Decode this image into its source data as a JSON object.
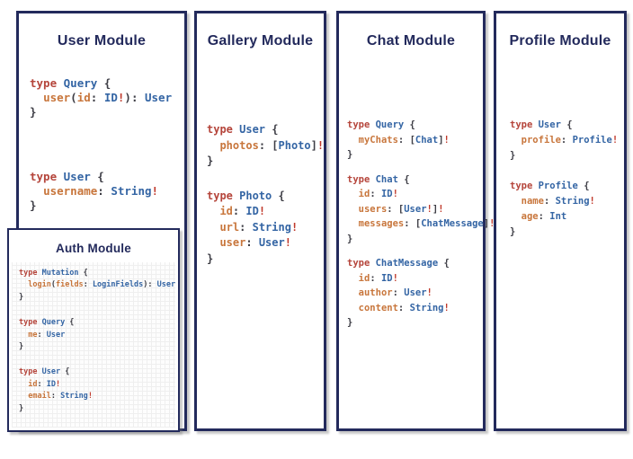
{
  "colors": {
    "navy": "#232a5c",
    "keyword": "#b5453b",
    "typeName": "#3465a4",
    "field": "#c8763c",
    "punct": "#3d3d45",
    "bang": "#c0392b"
  },
  "panels": {
    "user": {
      "title": "User Module",
      "blocks": [
        [
          [
            [
              "k",
              "type "
            ],
            [
              "n",
              "Query"
            ],
            [
              "p",
              " {"
            ]
          ],
          [
            [
              "p",
              "  "
            ],
            [
              "f",
              "user"
            ],
            [
              "p",
              "("
            ],
            [
              "f",
              "id"
            ],
            [
              "p",
              ": "
            ],
            [
              "n",
              "ID"
            ],
            [
              "r",
              "!"
            ],
            [
              "p",
              "): "
            ],
            [
              "n",
              "User"
            ]
          ],
          [
            [
              "p",
              "}"
            ]
          ]
        ],
        [
          [
            [
              "k",
              "type "
            ],
            [
              "n",
              "User"
            ],
            [
              "p",
              " {"
            ]
          ],
          [
            [
              "p",
              "  "
            ],
            [
              "f",
              "username"
            ],
            [
              "p",
              ": "
            ],
            [
              "n",
              "String"
            ],
            [
              "r",
              "!"
            ]
          ],
          [
            [
              "p",
              "}"
            ]
          ]
        ]
      ]
    },
    "auth": {
      "title": "Auth Module",
      "blocks": [
        [
          [
            [
              "k",
              "type "
            ],
            [
              "n",
              "Mutation"
            ],
            [
              "p",
              " {"
            ]
          ],
          [
            [
              "p",
              "  "
            ],
            [
              "f",
              "login"
            ],
            [
              "p",
              "("
            ],
            [
              "f",
              "fields"
            ],
            [
              "p",
              ": "
            ],
            [
              "n",
              "LoginFields"
            ],
            [
              "p",
              "): "
            ],
            [
              "n",
              "User"
            ]
          ],
          [
            [
              "p",
              "}"
            ]
          ]
        ],
        [
          [
            [
              "k",
              "type "
            ],
            [
              "n",
              "Query"
            ],
            [
              "p",
              " {"
            ]
          ],
          [
            [
              "p",
              "  "
            ],
            [
              "f",
              "me"
            ],
            [
              "p",
              ": "
            ],
            [
              "n",
              "User"
            ]
          ],
          [
            [
              "p",
              "}"
            ]
          ]
        ],
        [
          [
            [
              "k",
              "type "
            ],
            [
              "n",
              "User"
            ],
            [
              "p",
              " {"
            ]
          ],
          [
            [
              "p",
              "  "
            ],
            [
              "f",
              "id"
            ],
            [
              "p",
              ": "
            ],
            [
              "n",
              "ID"
            ],
            [
              "r",
              "!"
            ]
          ],
          [
            [
              "p",
              "  "
            ],
            [
              "f",
              "email"
            ],
            [
              "p",
              ": "
            ],
            [
              "n",
              "String"
            ],
            [
              "r",
              "!"
            ]
          ],
          [
            [
              "p",
              "}"
            ]
          ]
        ]
      ]
    },
    "gallery": {
      "title": "Gallery Module",
      "blocks": [
        [
          [
            [
              "k",
              "type "
            ],
            [
              "n",
              "User"
            ],
            [
              "p",
              " {"
            ]
          ],
          [
            [
              "p",
              "  "
            ],
            [
              "f",
              "photos"
            ],
            [
              "p",
              ": ["
            ],
            [
              "n",
              "Photo"
            ],
            [
              "p",
              "]"
            ],
            [
              "r",
              "!"
            ]
          ],
          [
            [
              "p",
              "}"
            ]
          ]
        ],
        [
          [
            [
              "k",
              "type "
            ],
            [
              "n",
              "Photo"
            ],
            [
              "p",
              " {"
            ]
          ],
          [
            [
              "p",
              "  "
            ],
            [
              "f",
              "id"
            ],
            [
              "p",
              ": "
            ],
            [
              "n",
              "ID"
            ],
            [
              "r",
              "!"
            ]
          ],
          [
            [
              "p",
              "  "
            ],
            [
              "f",
              "url"
            ],
            [
              "p",
              ": "
            ],
            [
              "n",
              "String"
            ],
            [
              "r",
              "!"
            ]
          ],
          [
            [
              "p",
              "  "
            ],
            [
              "f",
              "user"
            ],
            [
              "p",
              ": "
            ],
            [
              "n",
              "User"
            ],
            [
              "r",
              "!"
            ]
          ],
          [
            [
              "p",
              "}"
            ]
          ]
        ]
      ]
    },
    "chat": {
      "title": "Chat Module",
      "blocks": [
        [
          [
            [
              "k",
              "type "
            ],
            [
              "n",
              "Query"
            ],
            [
              "p",
              " {"
            ]
          ],
          [
            [
              "p",
              "  "
            ],
            [
              "f",
              "myChats"
            ],
            [
              "p",
              ": ["
            ],
            [
              "n",
              "Chat"
            ],
            [
              "p",
              "]"
            ],
            [
              "r",
              "!"
            ]
          ],
          [
            [
              "p",
              "}"
            ]
          ]
        ],
        [
          [
            [
              "k",
              "type "
            ],
            [
              "n",
              "Chat"
            ],
            [
              "p",
              " {"
            ]
          ],
          [
            [
              "p",
              "  "
            ],
            [
              "f",
              "id"
            ],
            [
              "p",
              ": "
            ],
            [
              "n",
              "ID"
            ],
            [
              "r",
              "!"
            ]
          ],
          [
            [
              "p",
              "  "
            ],
            [
              "f",
              "users"
            ],
            [
              "p",
              ": ["
            ],
            [
              "n",
              "User"
            ],
            [
              "r",
              "!"
            ],
            [
              "p",
              "]"
            ],
            [
              "r",
              "!"
            ]
          ],
          [
            [
              "p",
              "  "
            ],
            [
              "f",
              "messages"
            ],
            [
              "p",
              ": ["
            ],
            [
              "n",
              "ChatMessage"
            ],
            [
              "p",
              "]"
            ],
            [
              "r",
              "!"
            ]
          ],
          [
            [
              "p",
              "}"
            ]
          ]
        ],
        [
          [
            [
              "k",
              "type "
            ],
            [
              "n",
              "ChatMessage"
            ],
            [
              "p",
              " {"
            ]
          ],
          [
            [
              "p",
              "  "
            ],
            [
              "f",
              "id"
            ],
            [
              "p",
              ": "
            ],
            [
              "n",
              "ID"
            ],
            [
              "r",
              "!"
            ]
          ],
          [
            [
              "p",
              "  "
            ],
            [
              "f",
              "author"
            ],
            [
              "p",
              ": "
            ],
            [
              "n",
              "User"
            ],
            [
              "r",
              "!"
            ]
          ],
          [
            [
              "p",
              "  "
            ],
            [
              "f",
              "content"
            ],
            [
              "p",
              ": "
            ],
            [
              "n",
              "String"
            ],
            [
              "r",
              "!"
            ]
          ],
          [
            [
              "p",
              "}"
            ]
          ]
        ]
      ]
    },
    "profile": {
      "title": "Profile Module",
      "blocks": [
        [
          [
            [
              "k",
              "type "
            ],
            [
              "n",
              "User"
            ],
            [
              "p",
              " {"
            ]
          ],
          [
            [
              "p",
              "  "
            ],
            [
              "f",
              "profile"
            ],
            [
              "p",
              ": "
            ],
            [
              "n",
              "Profile"
            ],
            [
              "r",
              "!"
            ]
          ],
          [
            [
              "p",
              "}"
            ]
          ]
        ],
        [
          [
            [
              "k",
              "type "
            ],
            [
              "n",
              "Profile"
            ],
            [
              "p",
              " {"
            ]
          ],
          [
            [
              "p",
              "  "
            ],
            [
              "f",
              "name"
            ],
            [
              "p",
              ": "
            ],
            [
              "n",
              "String"
            ],
            [
              "r",
              "!"
            ]
          ],
          [
            [
              "p",
              "  "
            ],
            [
              "f",
              "age"
            ],
            [
              "p",
              ": "
            ],
            [
              "n",
              "Int"
            ]
          ],
          [
            [
              "p",
              "}"
            ]
          ]
        ]
      ]
    }
  }
}
